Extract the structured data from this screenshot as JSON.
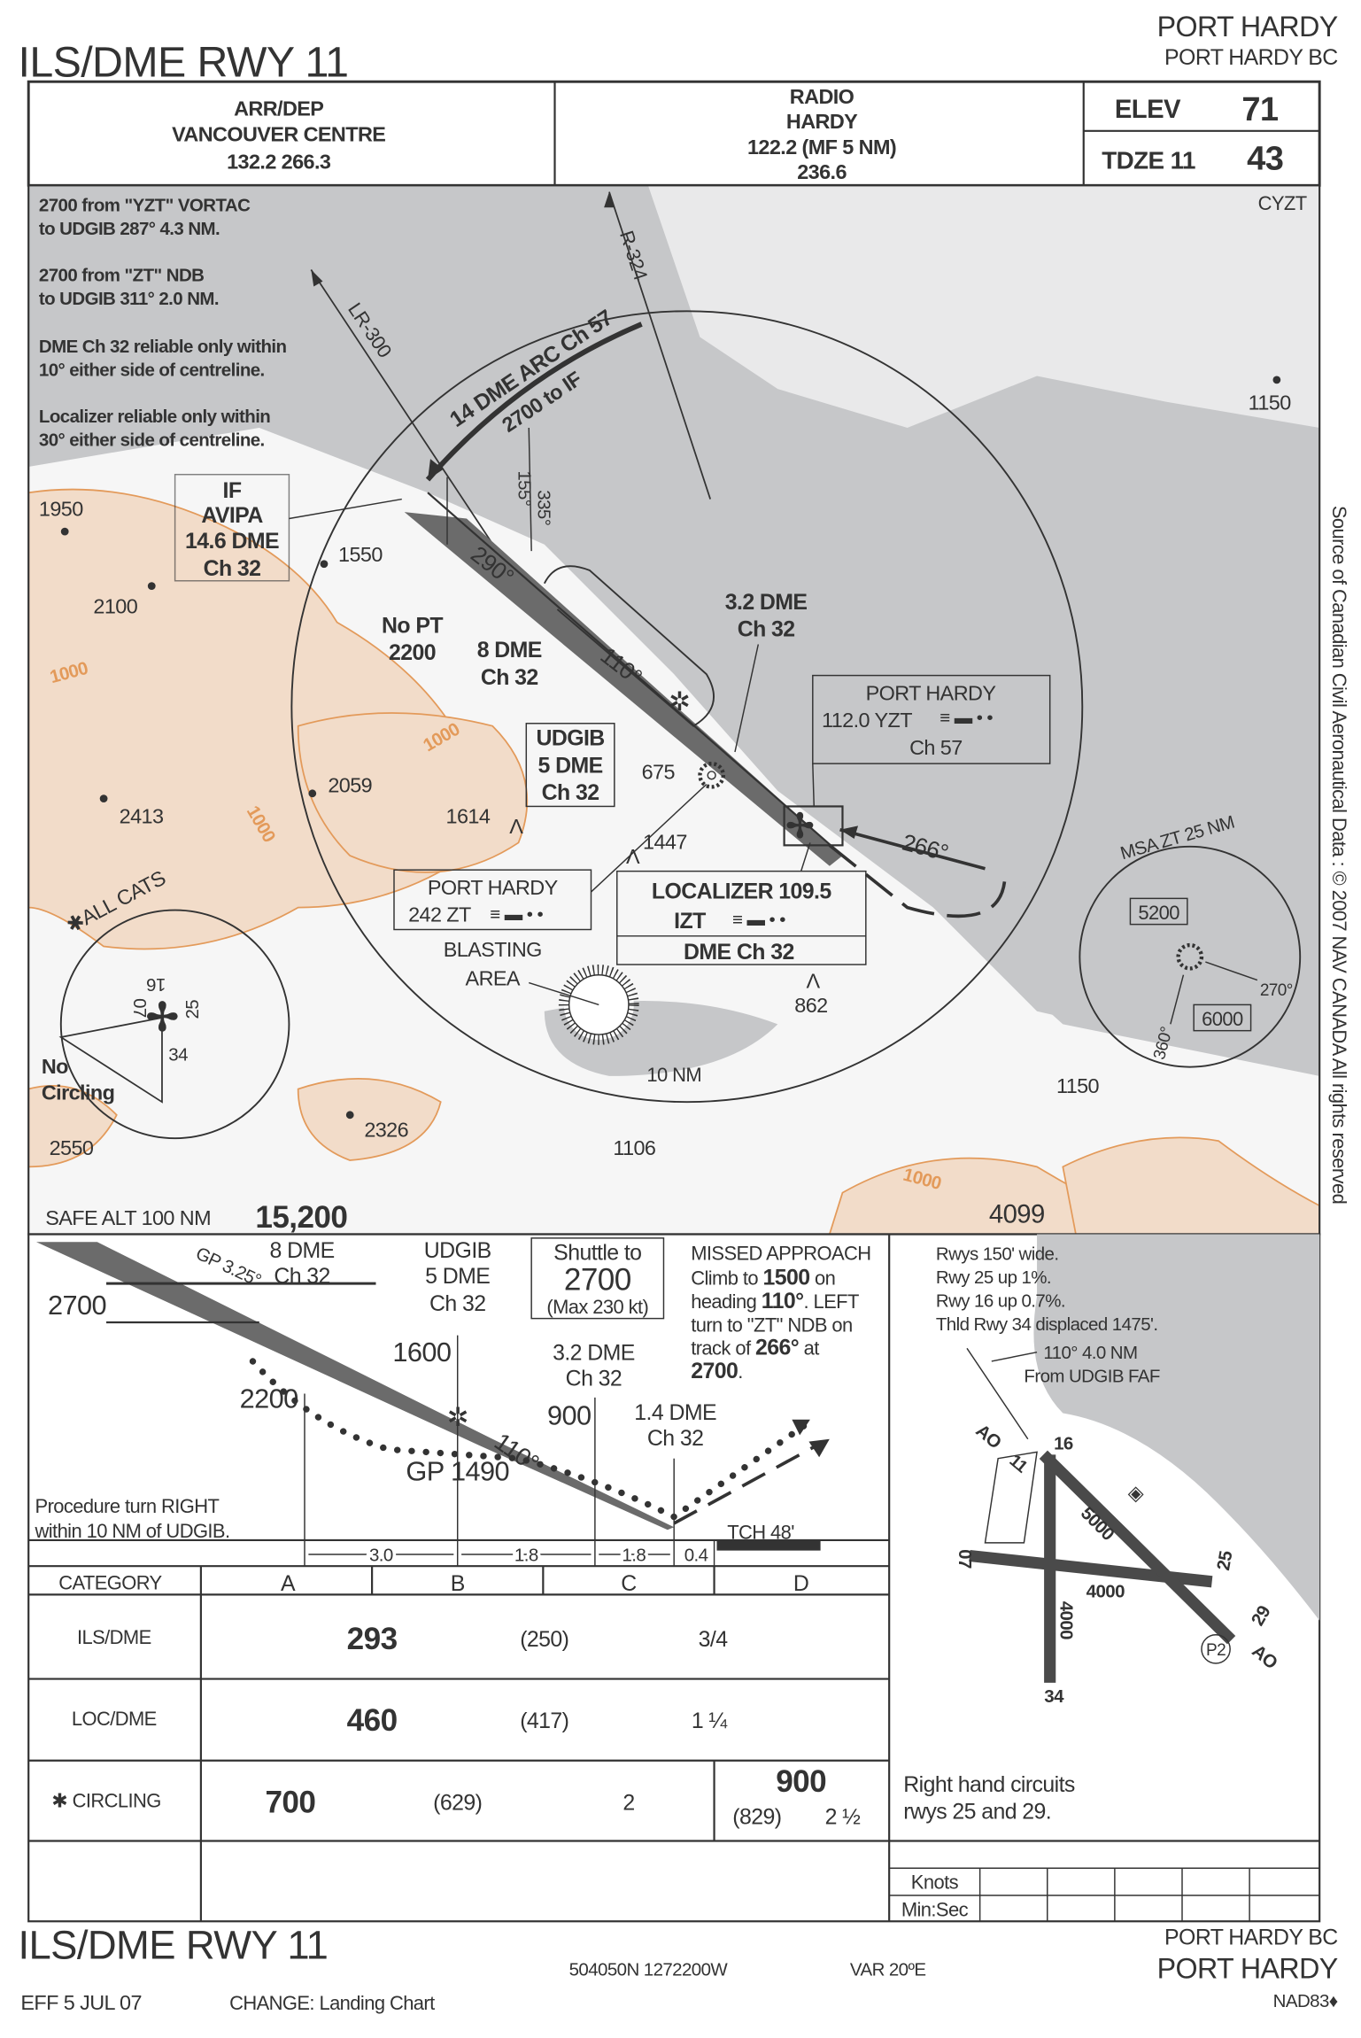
{
  "header": {
    "title": "ILS/DME RWY 11",
    "airport": "PORT HARDY",
    "location": "PORT HARDY BC"
  },
  "comms": {
    "arrdep": [
      "ARR/DEP",
      "VANCOUVER CENTRE",
      "132.2  266.3"
    ],
    "radio": [
      "RADIO",
      "HARDY",
      "122.2 (MF 5 NM)",
      "236.6"
    ],
    "elev_label": "ELEV",
    "elev_value": "71",
    "tdze_label": "TDZE 11",
    "tdze_value": "43"
  },
  "plan": {
    "notes": [
      "2700 from \"YZT\" VORTAC",
      "to UDGIB 287° 4.3 NM.",
      "2700 from \"ZT\" NDB",
      "to UDGIB 311° 2.0 NM.",
      "DME Ch 32 reliable only within",
      "10° either side of centreline.",
      "Localizer reliable only within",
      "30° either side of centreline."
    ],
    "airport_id": "CYZT",
    "radials": {
      "r324": "R-324",
      "lr300": "LR-300"
    },
    "arc": [
      "14 DME ARC Ch 57",
      "2700 to IF"
    ],
    "if_box": [
      "IF",
      "AVIPA",
      "14.6 DME",
      "Ch 32"
    ],
    "courses": {
      "c290": "290°",
      "c110": "110°",
      "c155": "155°",
      "c335": "335°",
      "c266": "266°"
    },
    "no_pt": [
      "No PT",
      "2200"
    ],
    "dme8": [
      "8 DME",
      "Ch 32"
    ],
    "dme32": [
      "3.2 DME",
      "Ch 32"
    ],
    "udgib": [
      "UDGIB",
      "5 DME",
      "Ch 32"
    ],
    "vortac": [
      "PORT HARDY",
      "112.0 YZT",
      "Ch 57"
    ],
    "ndb": [
      "PORT HARDY",
      "242 ZT"
    ],
    "localizer": [
      "LOCALIZER 109.5",
      "IZT",
      "DME Ch 32"
    ],
    "blasting": [
      "BLASTING",
      "AREA"
    ],
    "elevations": [
      "1950",
      "1550",
      "2100",
      "2059",
      "2413",
      "1614",
      "675",
      "1447",
      "862",
      "2326",
      "2550",
      "1106",
      "1150",
      "1150",
      "4099"
    ],
    "contours": [
      "1000",
      "1000",
      "1000",
      "1000"
    ],
    "ten_nm": "10 NM",
    "all_cats": "✱ALL CATS",
    "circling": {
      "rwys": [
        "16",
        "07",
        "25",
        "34"
      ],
      "no_circling": [
        "No",
        "Circling"
      ]
    },
    "msa": {
      "label": "MSA ZT 25 NM",
      "alt1": "5200",
      "alt2": "6000",
      "b1": "270°",
      "b2": "360°"
    },
    "safe_alt_label": "SAFE ALT 100 NM",
    "safe_alt_value": "15,200"
  },
  "profile": {
    "gp_angle": "GP 3.25°",
    "dme8": [
      "8 DME",
      "Ch 32"
    ],
    "udgib": [
      "UDGIB",
      "5 DME",
      "Ch 32"
    ],
    "shuttle": [
      "Shuttle to",
      "2700",
      "(Max 230 kt)"
    ],
    "alt2700": "2700",
    "alt2200": "2200",
    "alt1600": "1600",
    "alt900": "900",
    "dme32": [
      "3.2 DME",
      "Ch 32"
    ],
    "dme14": [
      "1.4 DME",
      "Ch 32"
    ],
    "course": "110°",
    "gp": "GP 1490",
    "pt_note": [
      "Procedure turn RIGHT",
      "within 10 NM of UDGIB."
    ],
    "tch": "TCH 48'",
    "distances": [
      "3.0",
      "1.8",
      "1.8",
      "0.4"
    ],
    "missed": [
      "MISSED APPROACH",
      "Climb to ",
      "1500",
      " on",
      "heading ",
      "110°",
      ".  LEFT",
      "turn to \"ZT\" NDB on",
      "track of ",
      "266°",
      " at",
      "2700",
      "."
    ]
  },
  "aerodrome": {
    "notes": [
      "Rwys 150' wide.",
      "Rwy 25 up 1%.",
      "Rwy 16 up 0.7%.",
      "Thld Rwy 34 displaced 1475'."
    ],
    "faf": [
      "110°  4.0 NM",
      "From UDGIB FAF"
    ],
    "rwy_labels": [
      "16",
      "34",
      "07",
      "25",
      "29",
      "11"
    ],
    "lengths": [
      "5000",
      "4000",
      "4000"
    ],
    "ao": [
      "AO",
      "AO"
    ],
    "p2": "P2",
    "circuits": [
      "Right hand circuits",
      "rwys 25 and 29."
    ],
    "timing": {
      "knots": "Knots",
      "minsec": "Min:Sec"
    }
  },
  "minima": {
    "headers": [
      "CATEGORY",
      "A",
      "B",
      "C",
      "D"
    ],
    "ils": {
      "label": "ILS/DME",
      "da": "293",
      "ha": "(250)",
      "vis": "3/4"
    },
    "loc": {
      "label": "LOC/DME",
      "mda": "460",
      "hat": "(417)",
      "vis": "1 ¼"
    },
    "circ": {
      "label": "✱ CIRCLING",
      "abc_mda": "700",
      "abc_hat": "(629)",
      "abc_vis": "2",
      "d_mda": "900",
      "d_hat": "(829)",
      "d_vis": "2 ½"
    }
  },
  "footer": {
    "title": "ILS/DME RWY 11",
    "coords": "504050N 1272200W",
    "var": "VAR 20ºE",
    "location": "PORT HARDY BC",
    "airport": "PORT HARDY",
    "eff": "EFF 5 JUL 07",
    "change": "CHANGE: Landing Chart",
    "datum": "NAD83♦"
  },
  "copyright": "Source of Canadian Civil Aeronautical Data : © 2007 NAV CANADA All rights reserved",
  "colors": {
    "water": "#c6c7c9",
    "land": "#f2dcc9",
    "contour": "#e39a5a",
    "ink": "#333333"
  }
}
